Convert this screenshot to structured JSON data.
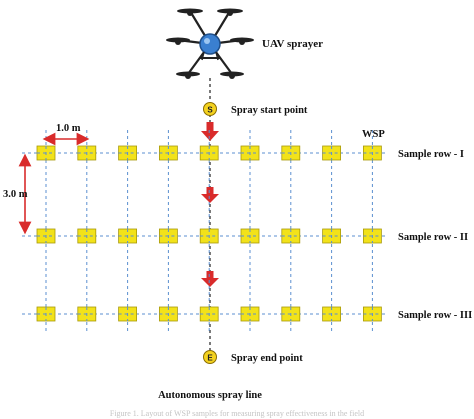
{
  "labels": {
    "uav": "UAV sprayer",
    "start_point": "Spray start point",
    "end_point": "Spray end point",
    "spray_line": "Autonomous spray line",
    "wsp": "WSP",
    "col_spacing": "1.0 m",
    "row_spacing": "3.0 m",
    "start_marker": "S",
    "end_marker": "E",
    "caption": "Figure 1. Layout of WSP samples for measuring spray effectiveness in the field"
  },
  "rows": [
    {
      "label": "Sample row - I"
    },
    {
      "label": "Sample row - II"
    },
    {
      "label": "Sample row - III"
    }
  ],
  "samples_per_row": 9,
  "colors": {
    "wsp_fill": "#f2e21a",
    "wsp_border": "#a89a0c",
    "grid_line": "#5b8fd0",
    "spray_line": "#333333",
    "arrow": "#d92b2b",
    "marker_fill": "#f4d21f",
    "uav_body": "#3a7fd0",
    "uav_frame": "#222222"
  }
}
